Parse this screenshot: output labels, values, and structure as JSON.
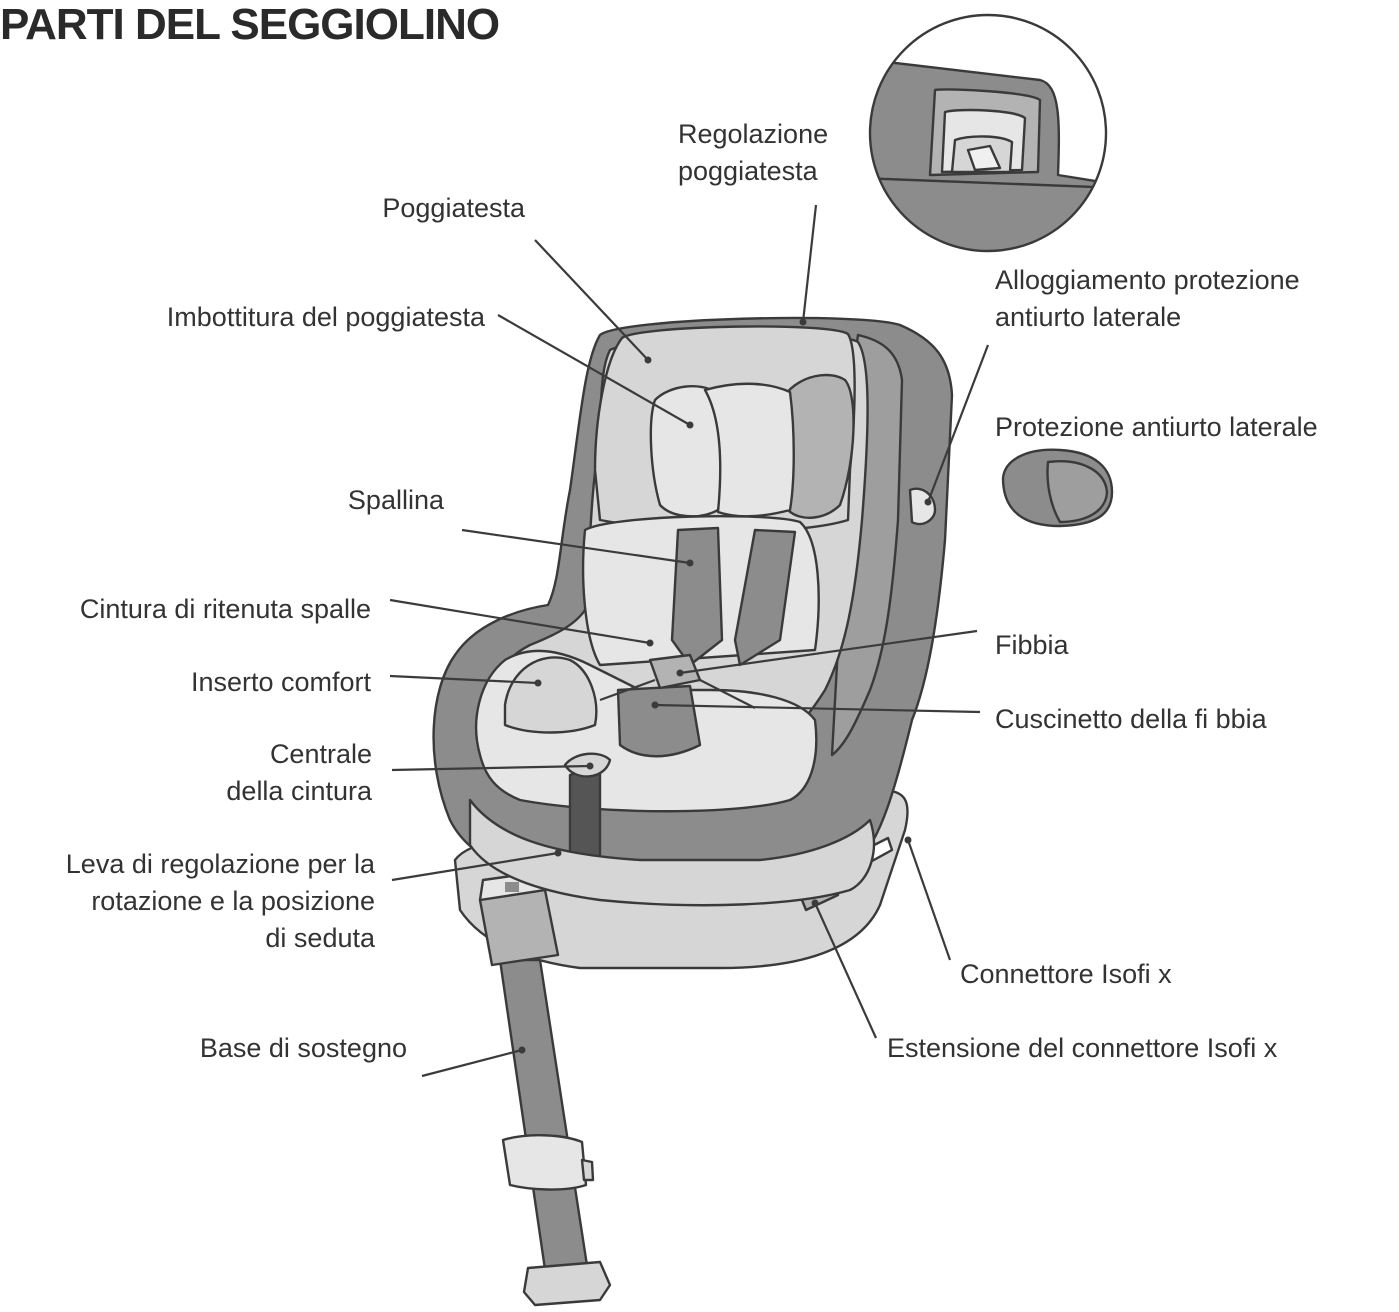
{
  "title": "PARTI DEL SEGGIOLINO",
  "labels": {
    "poggiatesta": "Poggiatesta",
    "regolazione_poggiatesta": [
      "Regolazione",
      "poggiatesta"
    ],
    "imbottitura_poggiatesta": "Imbottitura del poggiatesta",
    "alloggiamento_protezione": [
      "Alloggiamento protezione",
      "antiurto laterale"
    ],
    "protezione_antiurto": "Protezione antiurto laterale",
    "spallina": "Spallina",
    "cintura_ritenuta": "Cintura di ritenuta spalle",
    "fibbia": "Fibbia",
    "inserto_comfort": "Inserto comfort",
    "cuscinetto_fibbia": "Cuscinetto della fi bbia",
    "centrale_cintura": [
      "Centrale",
      "della cintura"
    ],
    "leva_regolazione": [
      "Leva di regolazione per la",
      "rotazione e la posizione",
      "di seduta"
    ],
    "connettore_isofix": "Connettore Isofi x",
    "estensione_connettore": "Estensione del connettore Isofi x",
    "base_sostegno": "Base di sostegno"
  },
  "colors": {
    "dark_grey": "#8c8c8c",
    "mid_grey": "#b3b3b3",
    "light_grey": "#d6d6d6",
    "lighter_grey": "#e6e6e6",
    "outline": "#3a3a3a"
  }
}
